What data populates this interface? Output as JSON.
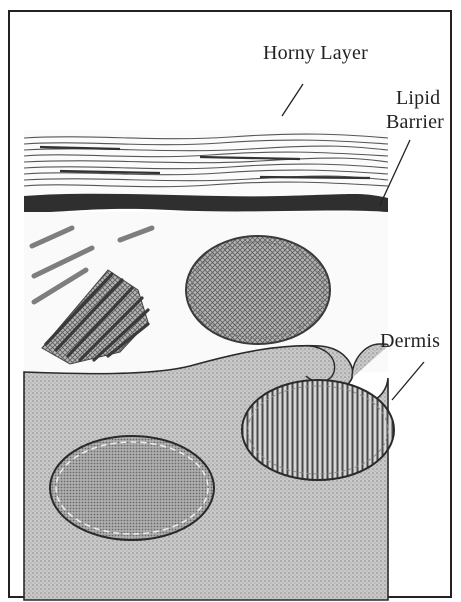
{
  "labels": {
    "horny_layer": "Horny Layer",
    "lipid_line1": "Lipid",
    "lipid_line2": "Barrier",
    "dermis": "Dermis"
  },
  "colors": {
    "stroke": "#2a2a2a",
    "band": "#333333",
    "dermis_fill": "#bdbdbd",
    "cell_fill": "#9a9a9a",
    "background": "#ffffff"
  }
}
